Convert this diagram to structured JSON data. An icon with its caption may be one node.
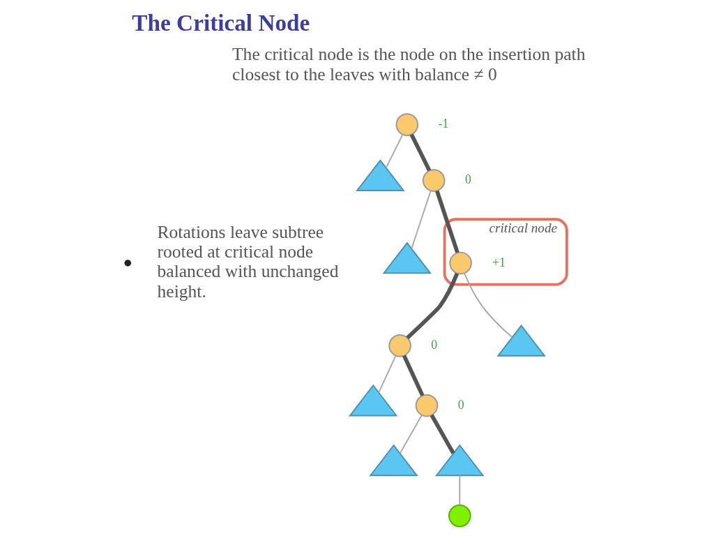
{
  "diagram": {
    "title": "The Critical Node",
    "nodes": [
      {
        "text": [],
        "shape": "circle",
        "beside": [
          "-1"
        ]
      },
      {
        "text": [],
        "shape": "triangle"
      },
      {
        "text": [],
        "shape": "circle",
        "beside": [
          "0"
        ]
      },
      {
        "text": [],
        "shape": "triangle"
      },
      {
        "text": [
          "critical node"
        ]
      },
      {
        "text": [],
        "shape": "circle",
        "beside": [
          "+1"
        ],
        "in": 4
      },
      {
        "text": [],
        "shape": "circle",
        "beside": [
          "0"
        ]
      },
      {
        "text": [],
        "shape": "triangle"
      },
      {
        "text": [],
        "shape": "triangle"
      },
      {
        "text": [],
        "shape": "circle",
        "beside": [
          "0"
        ]
      },
      {
        "text": [],
        "shape": "triangle"
      },
      {
        "text": [],
        "shape": "triangle"
      },
      {
        "text": [],
        "shape": "circle"
      }
    ],
    "edges": [
      {
        "from": 0,
        "to": 1,
        "arrow": "none"
      },
      {
        "from": 0,
        "to": 2,
        "arrow": "none",
        "style": "thick",
        "color": "#555555"
      },
      {
        "from": 2,
        "to": 3,
        "arrow": "none"
      },
      {
        "from": 2,
        "to": 5,
        "arrow": "none",
        "style": "thick",
        "color": "#555555"
      },
      {
        "from": 5,
        "to": 6,
        "arrow": "none",
        "style": "thick",
        "color": "#555555"
      },
      {
        "from": 5,
        "to": 7,
        "arrow": "none"
      },
      {
        "from": 6,
        "to": 8,
        "arrow": "none"
      },
      {
        "from": 6,
        "to": 9,
        "arrow": "none",
        "style": "thick",
        "color": "#555555"
      },
      {
        "from": 9,
        "to": 10,
        "arrow": "none"
      },
      {
        "from": 9,
        "to": 11,
        "arrow": "none",
        "style": "thick",
        "color": "#555555"
      },
      {
        "from": 11,
        "to": 12,
        "arrow": "none"
      }
    ],
    "labels": [
      "The critical node is the node on the insertion path closest to the leaves with balance ≠ 0",
      "Rotations leave subtree rooted at critical node balanced with unchanged height."
    ]
  }
}
